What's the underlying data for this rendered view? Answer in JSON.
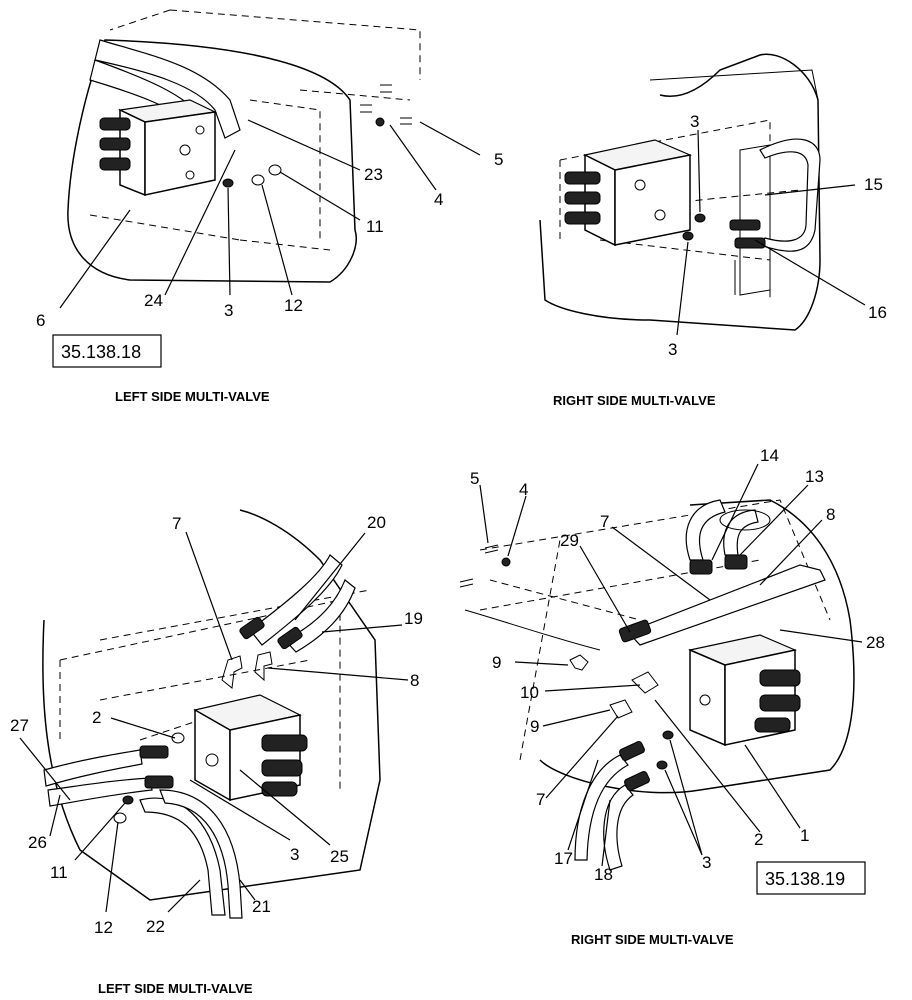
{
  "panels": {
    "top_left": {
      "caption": "LEFT SIDE MULTI-VALVE",
      "ref_box": "35.138.18",
      "callouts": [
        "23",
        "5",
        "4",
        "11",
        "6",
        "24",
        "3",
        "12"
      ]
    },
    "top_right": {
      "caption": "RIGHT SIDE MULTI-VALVE",
      "callouts": [
        "3",
        "15",
        "16",
        "3"
      ]
    },
    "bottom_left": {
      "caption": "LEFT SIDE MULTI-VALVE",
      "callouts": [
        "7",
        "20",
        "19",
        "8",
        "2",
        "27",
        "26",
        "11",
        "12",
        "22",
        "21",
        "3",
        "25"
      ]
    },
    "bottom_right": {
      "caption": "RIGHT SIDE MULTI-VALVE",
      "ref_box": "35.138.19",
      "callouts": [
        "5",
        "4",
        "14",
        "13",
        "8",
        "7",
        "29",
        "28",
        "9",
        "10",
        "9",
        "7",
        "17",
        "18",
        "3",
        "2",
        "1"
      ]
    }
  }
}
